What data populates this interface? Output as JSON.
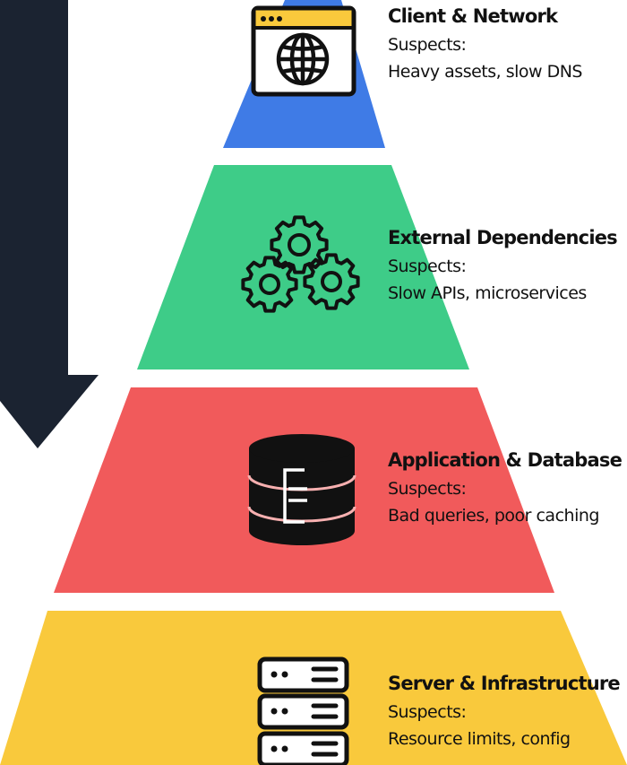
{
  "layers": [
    {
      "title": "Client & Network",
      "suspects_label": "Suspects:",
      "suspects": "Heavy assets, slow DNS",
      "color": "#3f7be6",
      "icon": "browser-globe-icon"
    },
    {
      "title": "External Dependencies",
      "suspects_label": "Suspects:",
      "suspects": "Slow APIs, microservices",
      "color": "#3ecc88",
      "icon": "gears-icon"
    },
    {
      "title": "Application & Database",
      "suspects_label": "Suspects:",
      "suspects": "Bad queries, poor caching",
      "color": "#f15a5b",
      "icon": "database-icon"
    },
    {
      "title": "Server & Infrastructure",
      "suspects_label": "Suspects:",
      "suspects": "Resource limits, config",
      "color": "#f9c93c",
      "icon": "server-rack-icon"
    }
  ],
  "arrow": {
    "direction": "down",
    "color": "#1b2331"
  }
}
